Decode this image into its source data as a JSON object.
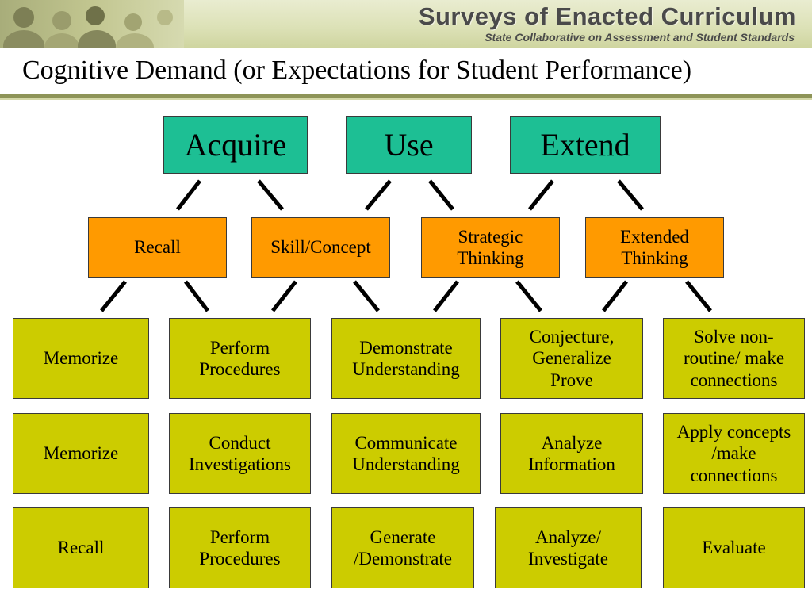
{
  "header": {
    "title": "Surveys of Enacted Curriculum",
    "subtitle": "State Collaborative on Assessment and Student Standards"
  },
  "page_title": "Cognitive Demand (or Expectations for Student Performance)",
  "top_level": [
    "Acquire",
    "Use",
    "Extend"
  ],
  "middle_level": [
    "Recall",
    "Skill/Concept",
    "Strategic\nThinking",
    "Extended\nThinking"
  ],
  "rows": [
    [
      "Memorize",
      "Perform\nProcedures",
      "Demonstrate\nUnderstanding",
      "Conjecture,\nGeneralize\nProve",
      "Solve non-\nroutine/ make\nconnections"
    ],
    [
      "Memorize",
      "Conduct\nInvestigations",
      "Communicate\nUnderstanding",
      "Analyze\nInformation",
      "Apply concepts\n/make\nconnections"
    ],
    [
      "Recall",
      "Perform\nProcedures",
      "Generate\n/Demonstrate",
      "Analyze/\nInvestigate",
      "Evaluate"
    ]
  ],
  "colors": {
    "top_level": "#1dbf94",
    "middle_level": "#ff9a00",
    "leaf_level": "#cccc00",
    "banner": "#dde2b8",
    "rule": "#8e9458"
  }
}
